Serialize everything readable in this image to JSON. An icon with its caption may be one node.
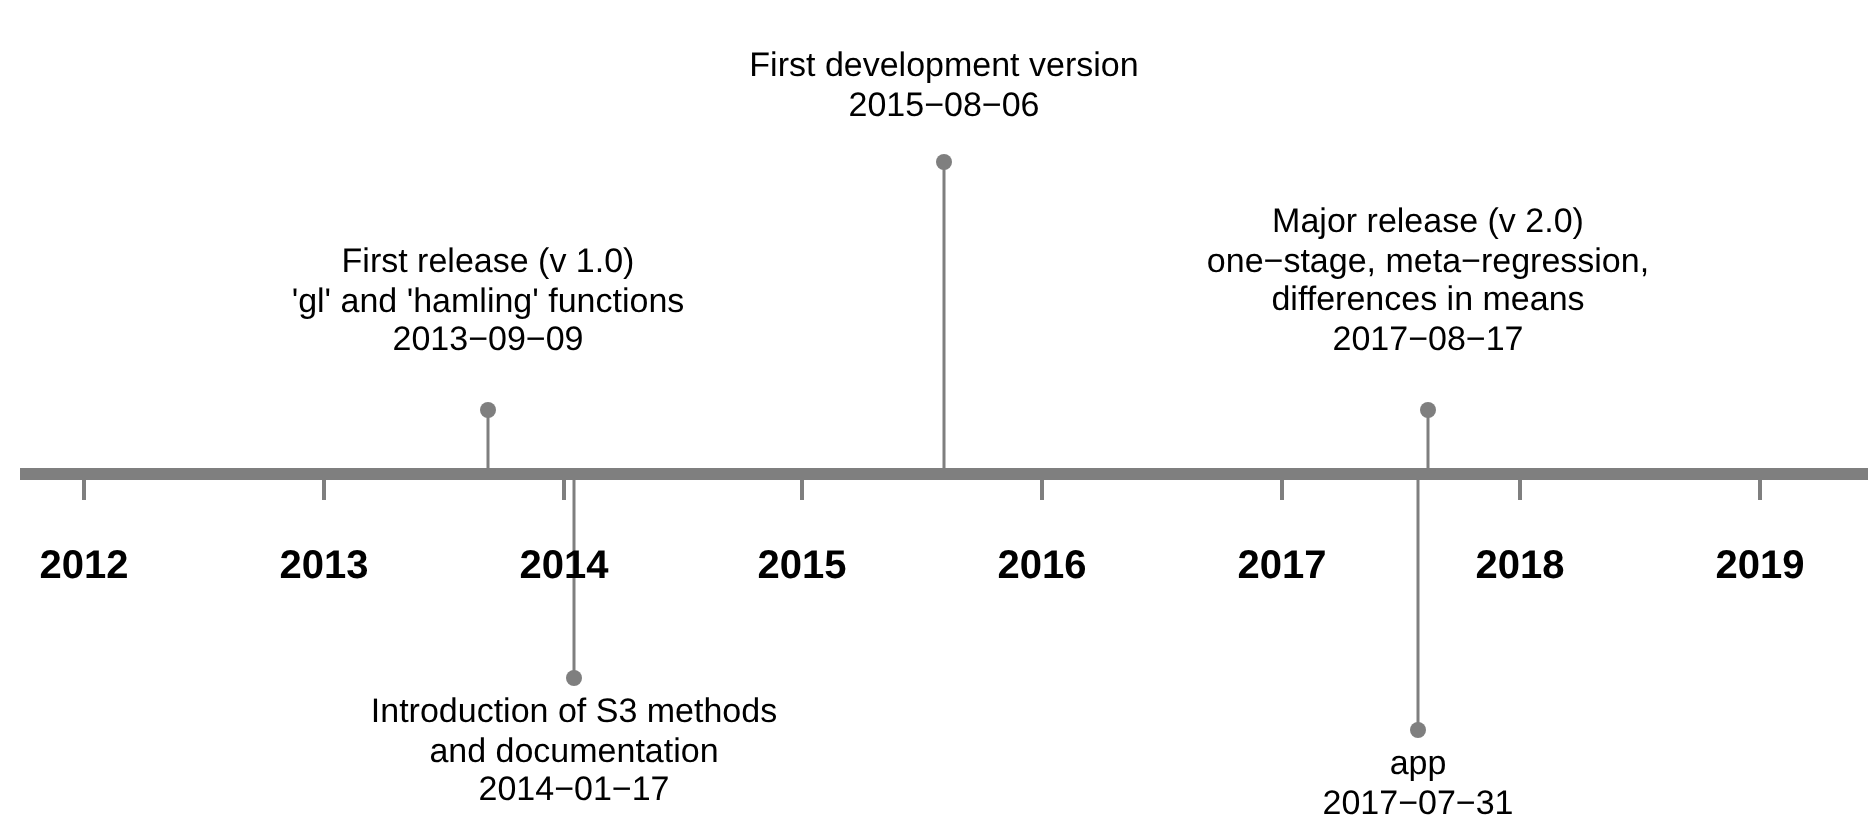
{
  "diagram": {
    "nodes": [
      {
        "text": [
          "First release (v 1.0)",
          "'gl' and 'hamling' functions",
          "2013−09−09"
        ]
      },
      {
        "text": [
          "Introduction of S3 methods",
          "and documentation",
          "2014−01−17"
        ]
      },
      {
        "text": [
          "First development version",
          "2015−08−06"
        ]
      },
      {
        "text": [
          "Major release (v 2.0)",
          "one−stage, meta−regression, differences in means",
          "2017−08−17"
        ]
      },
      {
        "text": [
          "app",
          "2017−07−31"
        ]
      }
    ],
    "edges": [
      {
        "from": 0,
        "to": null,
        "arrow": "other"
      },
      {
        "from": 1,
        "to": null,
        "arrow": "other"
      },
      {
        "from": 2,
        "to": null,
        "arrow": "other"
      },
      {
        "from": 3,
        "to": null,
        "arrow": "other"
      },
      {
        "from": 4,
        "to": null,
        "arrow": "other"
      }
    ],
    "labels": [
      "2012",
      "2013",
      "2014",
      "2015",
      "2016",
      "2017",
      "2018",
      "2019"
    ]
  }
}
